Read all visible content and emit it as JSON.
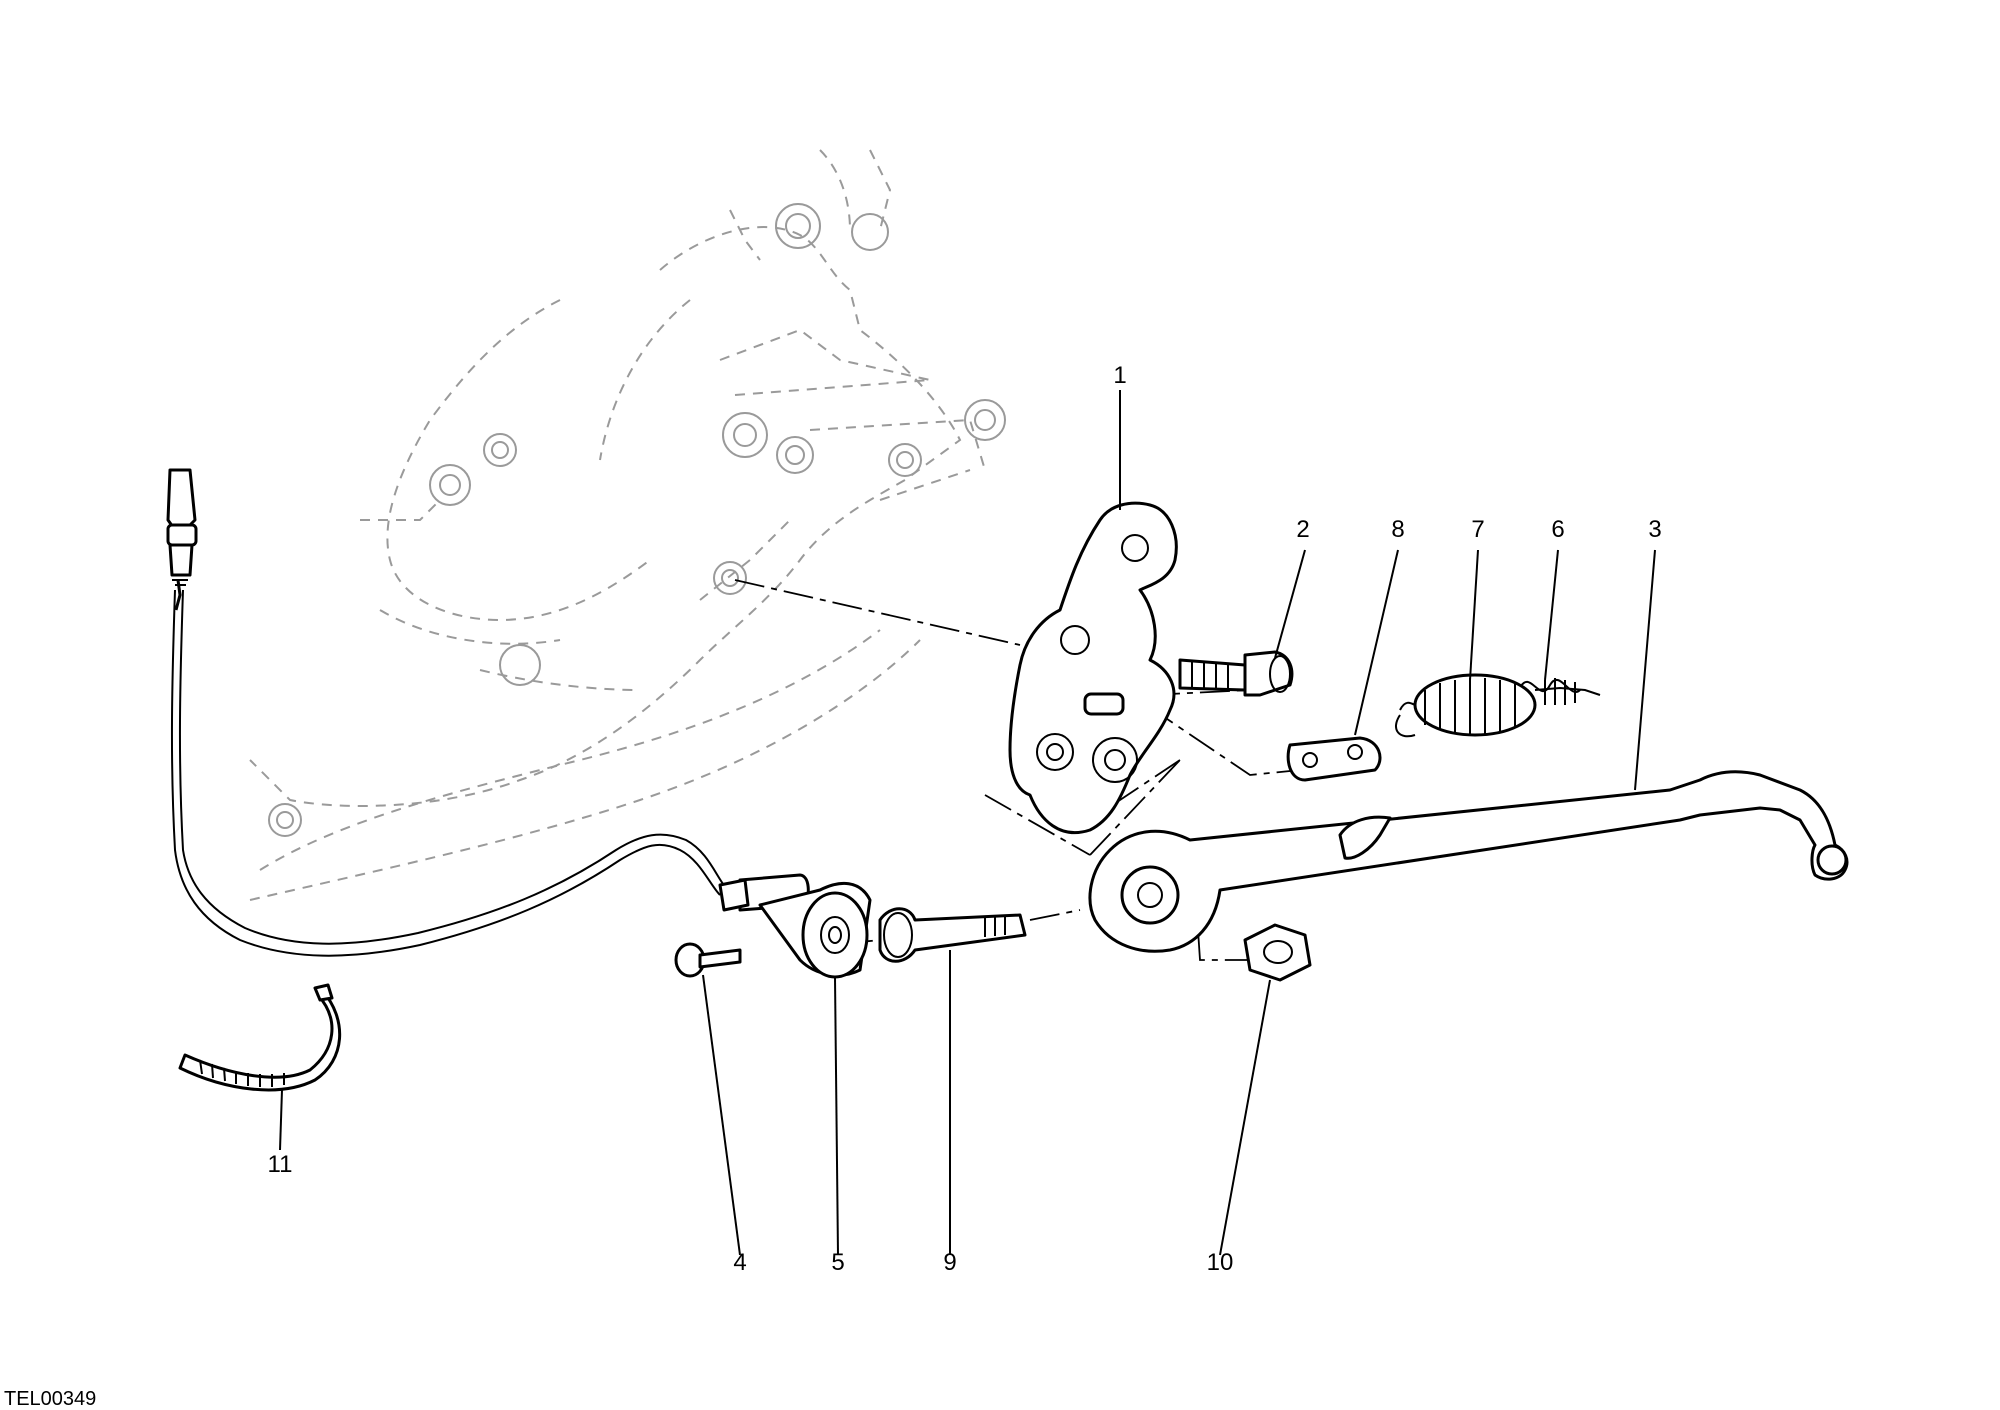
{
  "drawing_code": "TEL00349",
  "callouts": [
    "1",
    "2",
    "3",
    "4",
    "5",
    "6",
    "7",
    "8",
    "9",
    "10",
    "11"
  ]
}
